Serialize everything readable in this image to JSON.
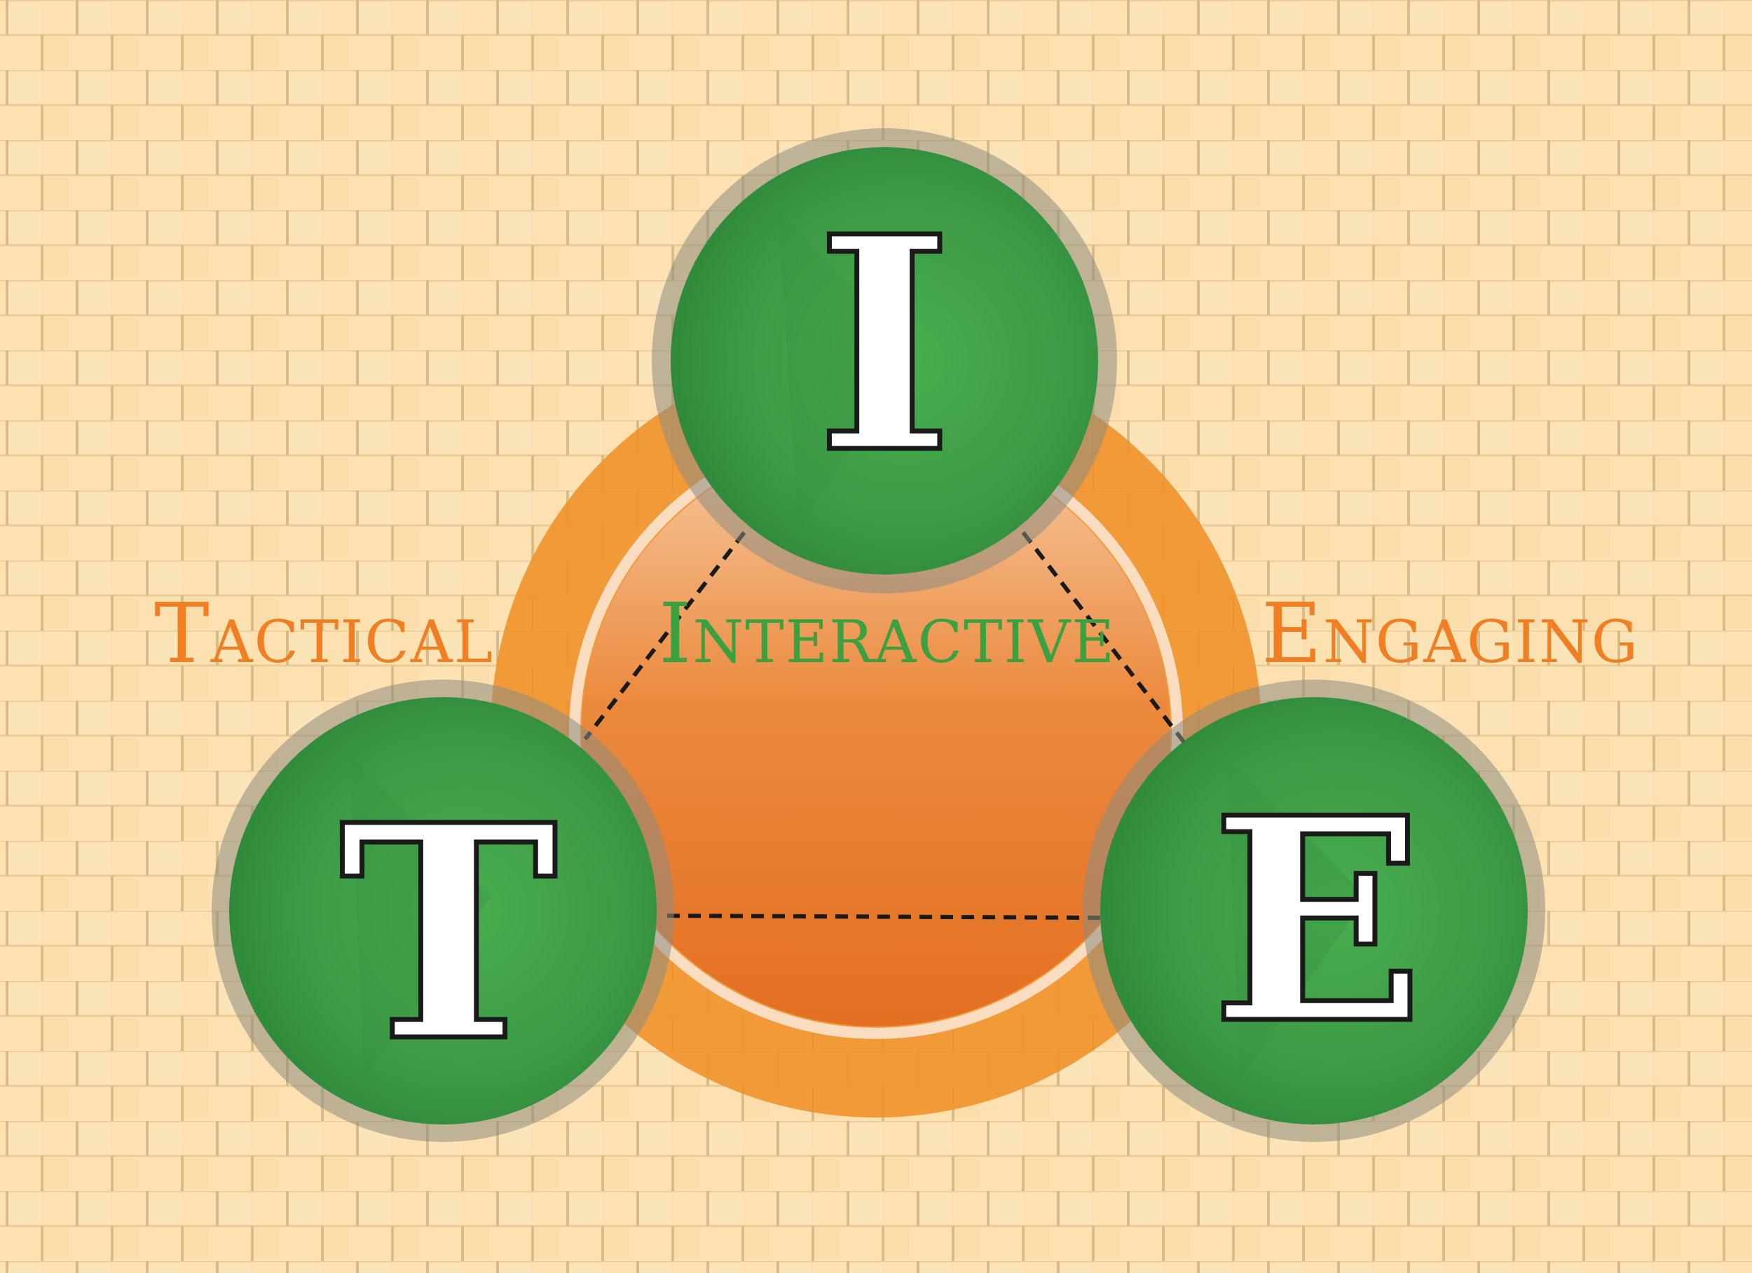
{
  "colors": {
    "background": "#fde1b0",
    "tile_shadow": "#c9b08a",
    "ring_orange": "#f0922a",
    "center_orange": "#e6782a",
    "node_green": "#3fa048",
    "node_rim": "#8c8c82",
    "glyph_white": "#ffffff",
    "label_orange": "#ef7f22",
    "label_green": "#3aa040",
    "connector": "#1a1a1a"
  },
  "labels": {
    "left": "Tactical",
    "center": "Interactive",
    "right": "Engaging"
  },
  "nodes": {
    "top": {
      "letter": "I"
    },
    "left": {
      "letter": "T"
    },
    "right": {
      "letter": "E"
    }
  }
}
